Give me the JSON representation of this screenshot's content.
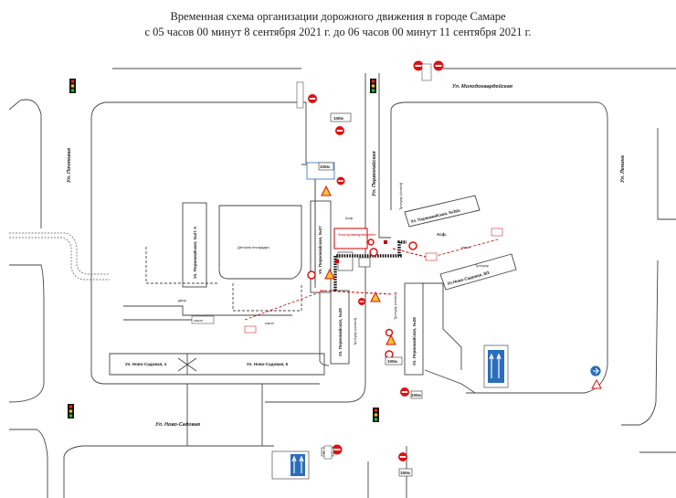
{
  "title": {
    "line1": "Временная схема организации дорожного движения в городе Самаре",
    "line2": "с 05 часов 00 минут 8 сентября 2021 г. до 06 часов 00 минут 11 сентября 2021 г."
  },
  "streets": {
    "molodogvardeyskaya": "Ул. Молодогвардейская",
    "pervomayskaya": "Ул. Первомайская",
    "pochtovaya": "Ул. Почтовая",
    "lenina": "Ул. Ленина",
    "novo_sadovaya_bottom": "Ул. Ново-Садовая",
    "novo_sadovaya_4": "Ул. Ново-Садовая, 4",
    "novo_sadovaya_6": "Ул. Ново-Садовая, 6",
    "pervomayskaya_27a": "Ул. Первомайская, №27 А",
    "pervomayskaya_27": "Ул. Первомайская, №27",
    "pervomayskaya_29": "Ул. Первомайская, №29",
    "pervomayskaya_28": "Ул. Первомайская, №28",
    "pervomayskaya_30a": "Ул. Первомайская, №30а",
    "novo_sadovaya_8": "Ул.Ново-Садовая, 8/3"
  },
  "labels": {
    "playground": "Детская площадка",
    "sidewalk_left": "Тротуар (closed)",
    "sidewalk_right": "Тротуар (closed)",
    "sidewalk_top": "Тротуар (closed)",
    "sidewalk_bottom_right": "Тротуар",
    "lawn1": "газон",
    "lawn2": "газон",
    "lawn3": "газон",
    "yard": "двор",
    "work_zone": "Зона производства работ",
    "road": "Асф."
  },
  "signs": {
    "distance_100m_a": "100м",
    "distance_100m_b": "100м",
    "distance_150m": "150м",
    "distance_100m_c": "100м",
    "distance_100m_d": "100м",
    "distance_100m_e": "100м",
    "table_3_2": "3.2",
    "table_8_22": "8.22"
  }
}
